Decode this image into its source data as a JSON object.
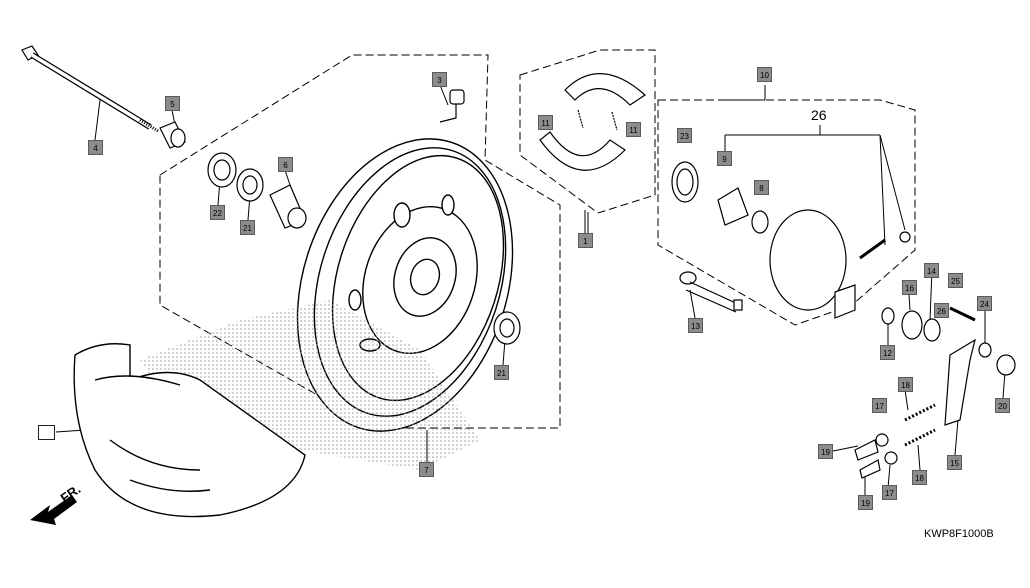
{
  "diagram": {
    "code": "KWP8F1000B",
    "direction_label": "FR.",
    "assembly_label": "26",
    "callouts": [
      "4",
      "5",
      "6",
      "22",
      "21",
      "3",
      "11",
      "11",
      "1",
      "10",
      "23",
      "9",
      "8",
      "13",
      "7",
      "21",
      "25",
      "14",
      "16",
      "26",
      "24",
      "12",
      "20",
      "18",
      "17",
      "19",
      "18",
      "15",
      "17",
      "19"
    ]
  }
}
